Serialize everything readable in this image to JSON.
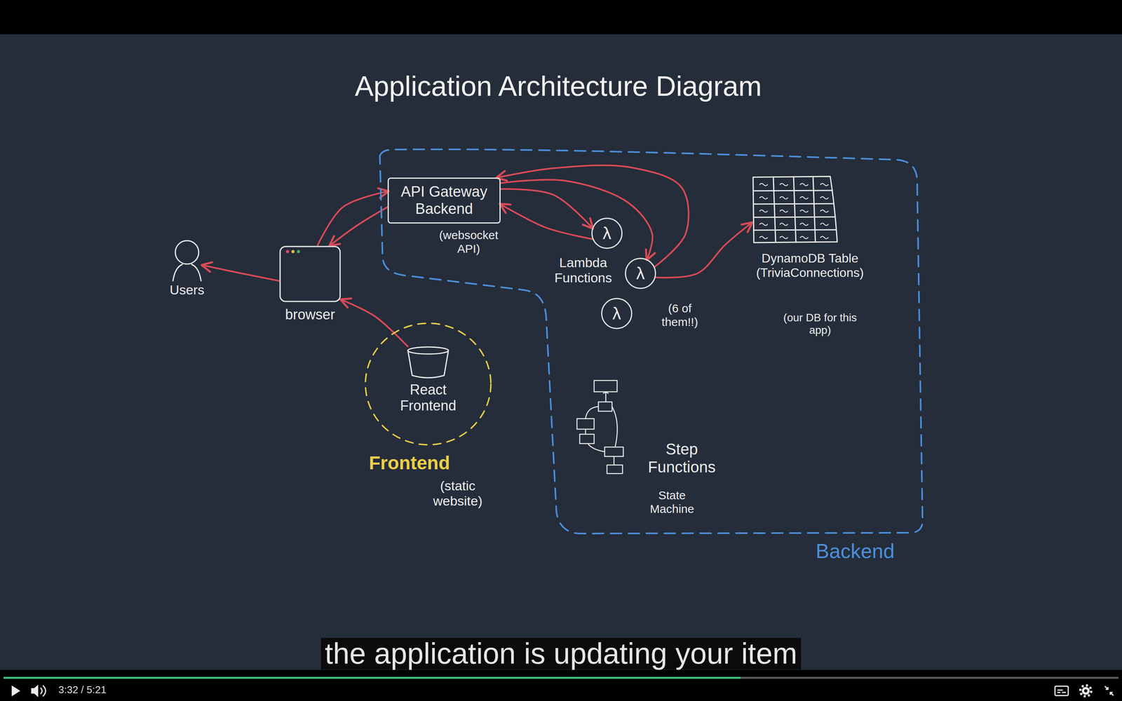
{
  "diagram": {
    "title": "Application Architecture Diagram",
    "caption": "the application is updating your item",
    "nodes": [
      {
        "text": [
          "Backend"
        ]
      },
      {
        "text": [
          "API Gateway Backend",
          "(websocket API)"
        ],
        "in": 0
      },
      {
        "text": [
          "λ"
        ],
        "in": 0
      },
      {
        "text": [
          "λ"
        ],
        "in": 0
      },
      {
        "text": [
          "λ"
        ],
        "in": 0
      },
      {
        "text": [
          "DynamoDB Table (TriviaConnections)",
          "(our DB for this app)"
        ],
        "in": 0
      },
      {
        "text": [
          "Users"
        ]
      },
      {
        "text": [
          "browser"
        ]
      },
      {
        "text": [
          "Frontend",
          "(static website)"
        ]
      },
      {
        "text": [
          "React Frontend"
        ],
        "in": 8
      },
      {
        "text": [
          "Step Functions",
          "State Machine"
        ],
        "in": 0
      }
    ],
    "edges": [
      {
        "from": 7,
        "to": 6,
        "arrow": "to"
      },
      {
        "from": 7,
        "to": 1,
        "arrow": "to"
      },
      {
        "from": 1,
        "to": 7,
        "arrow": "to"
      },
      {
        "from": 9,
        "to": 7,
        "arrow": "to"
      },
      {
        "from": 1,
        "to": 2,
        "arrow": "to"
      },
      {
        "from": 2,
        "to": 1,
        "arrow": "to"
      },
      {
        "from": 3,
        "to": 1,
        "arrow": "to"
      },
      {
        "from": 1,
        "to": 3,
        "arrow": "to"
      },
      {
        "from": 3,
        "to": 5,
        "arrow": "to"
      }
    ],
    "labels": [
      "Lambda Functions",
      "(6 of them!!)",
      "3:32 / 5:21"
    ]
  }
}
